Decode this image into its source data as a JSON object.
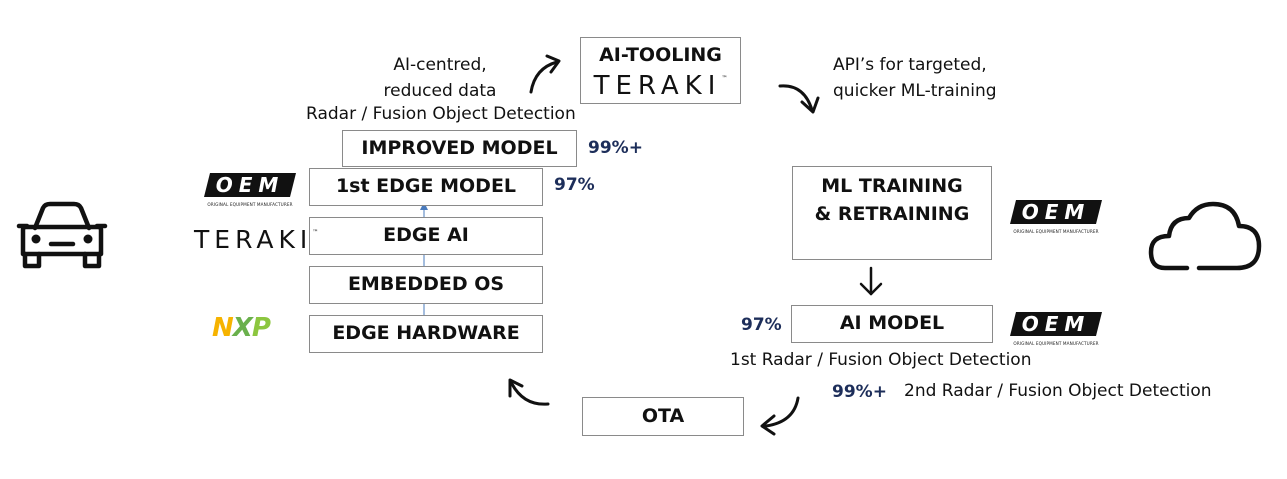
{
  "boxes": {
    "ai_tooling": "AI-TOOLING",
    "improved_model": "IMPROVED MODEL",
    "first_edge_model": "1st EDGE MODEL",
    "edge_ai": "EDGE AI",
    "embedded_os": "EMBEDDED OS",
    "edge_hardware": "EDGE HARDWARE",
    "ml_training_line1": "ML TRAINING",
    "ml_training_line2": "& RETRAINING",
    "ai_model": "AI MODEL",
    "ota": "OTA"
  },
  "labels": {
    "ai_centred_line1": "AI-centred,",
    "ai_centred_line2": "reduced data",
    "radar_fusion": "Radar / Fusion Object Detection",
    "apis_line1": "API’s for targeted,",
    "apis_line2": "quicker ML-training",
    "first_radar": "1st Radar / Fusion Object Detection",
    "second_radar": "2nd Radar / Fusion Object Detection"
  },
  "percentages": {
    "improved": "99%+",
    "edge_model": "97%",
    "ai_model": "97%",
    "second_radar": "99%+"
  },
  "logos": {
    "oem_text": "OEM",
    "oem_subtitle": "ORIGINAL EQUIPMENT MANUFACTURER",
    "teraki_text": "TERAKI",
    "teraki_tm": "™",
    "nxp_n": "N",
    "nxp_x": "X",
    "nxp_p": "P"
  },
  "colors": {
    "percent": "#1d2e5a",
    "box_border": "#8a8a8a",
    "connector": "#4a7bbd",
    "nxp_yellow": "#f6b300",
    "nxp_green": "#6ab04c"
  },
  "icons": [
    "car-icon",
    "cloud-icon",
    "curved-arrow-icon",
    "down-arrow-icon"
  ]
}
